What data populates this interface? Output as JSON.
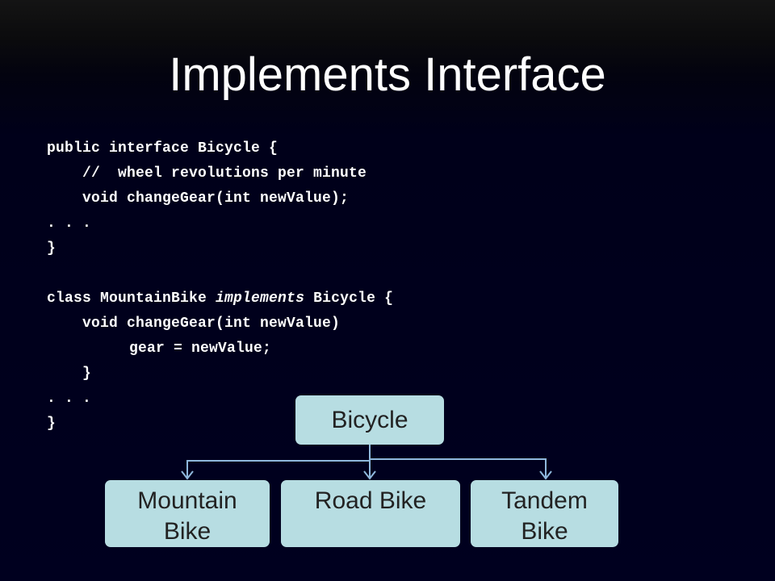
{
  "slide": {
    "title": "Implements Interface"
  },
  "code": {
    "interface_block": [
      {
        "text": "public interface Bicycle {"
      },
      {
        "text": "//  wheel revolutions per minute"
      },
      {
        "text": "void changeGear(int newValue);"
      },
      {
        "text": ". . ."
      },
      {
        "text": "}"
      }
    ],
    "class_block": [
      {
        "text": "class MountainBike ",
        "emphasis": "implements",
        "text_after": " Bicycle {"
      },
      {
        "text": "void changeGear(int newValue)"
      },
      {
        "text": "gear = newValue;"
      },
      {
        "text": "}"
      },
      {
        "text": ". . ."
      },
      {
        "text": "}"
      }
    ]
  },
  "diagram": {
    "root": {
      "label": "Bicycle"
    },
    "children": [
      {
        "label": "Mountain Bike"
      },
      {
        "label": "Road Bike"
      },
      {
        "label": "Tandem Bike"
      }
    ],
    "colors": {
      "node_fill": "#b7dde2",
      "node_text": "#222222",
      "connector": "#8fb8dc"
    }
  }
}
